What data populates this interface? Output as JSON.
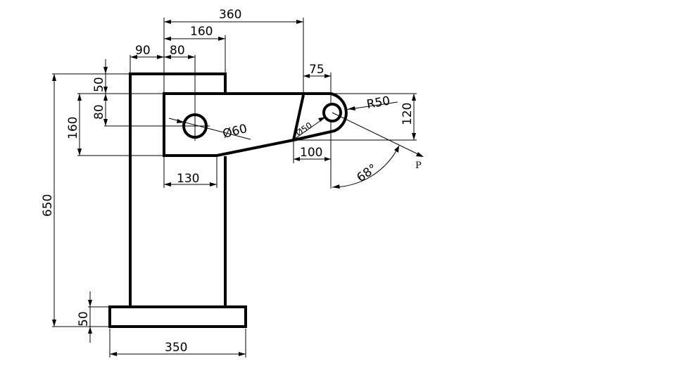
{
  "dimensions": {
    "d360": "360",
    "d160_top": "160",
    "d90": "90",
    "d80_top": "80",
    "d75": "75",
    "d50_top": "50",
    "d80_left": "80",
    "d160_left": "160",
    "d650": "650",
    "dia60": "Ø60",
    "r50": "R50",
    "d120": "120",
    "d50_small": "Ø50",
    "d100": "100",
    "d130": "130",
    "angle68": "68°",
    "d50_base": "50",
    "d350": "350"
  },
  "labels": {
    "force_p": "P"
  }
}
